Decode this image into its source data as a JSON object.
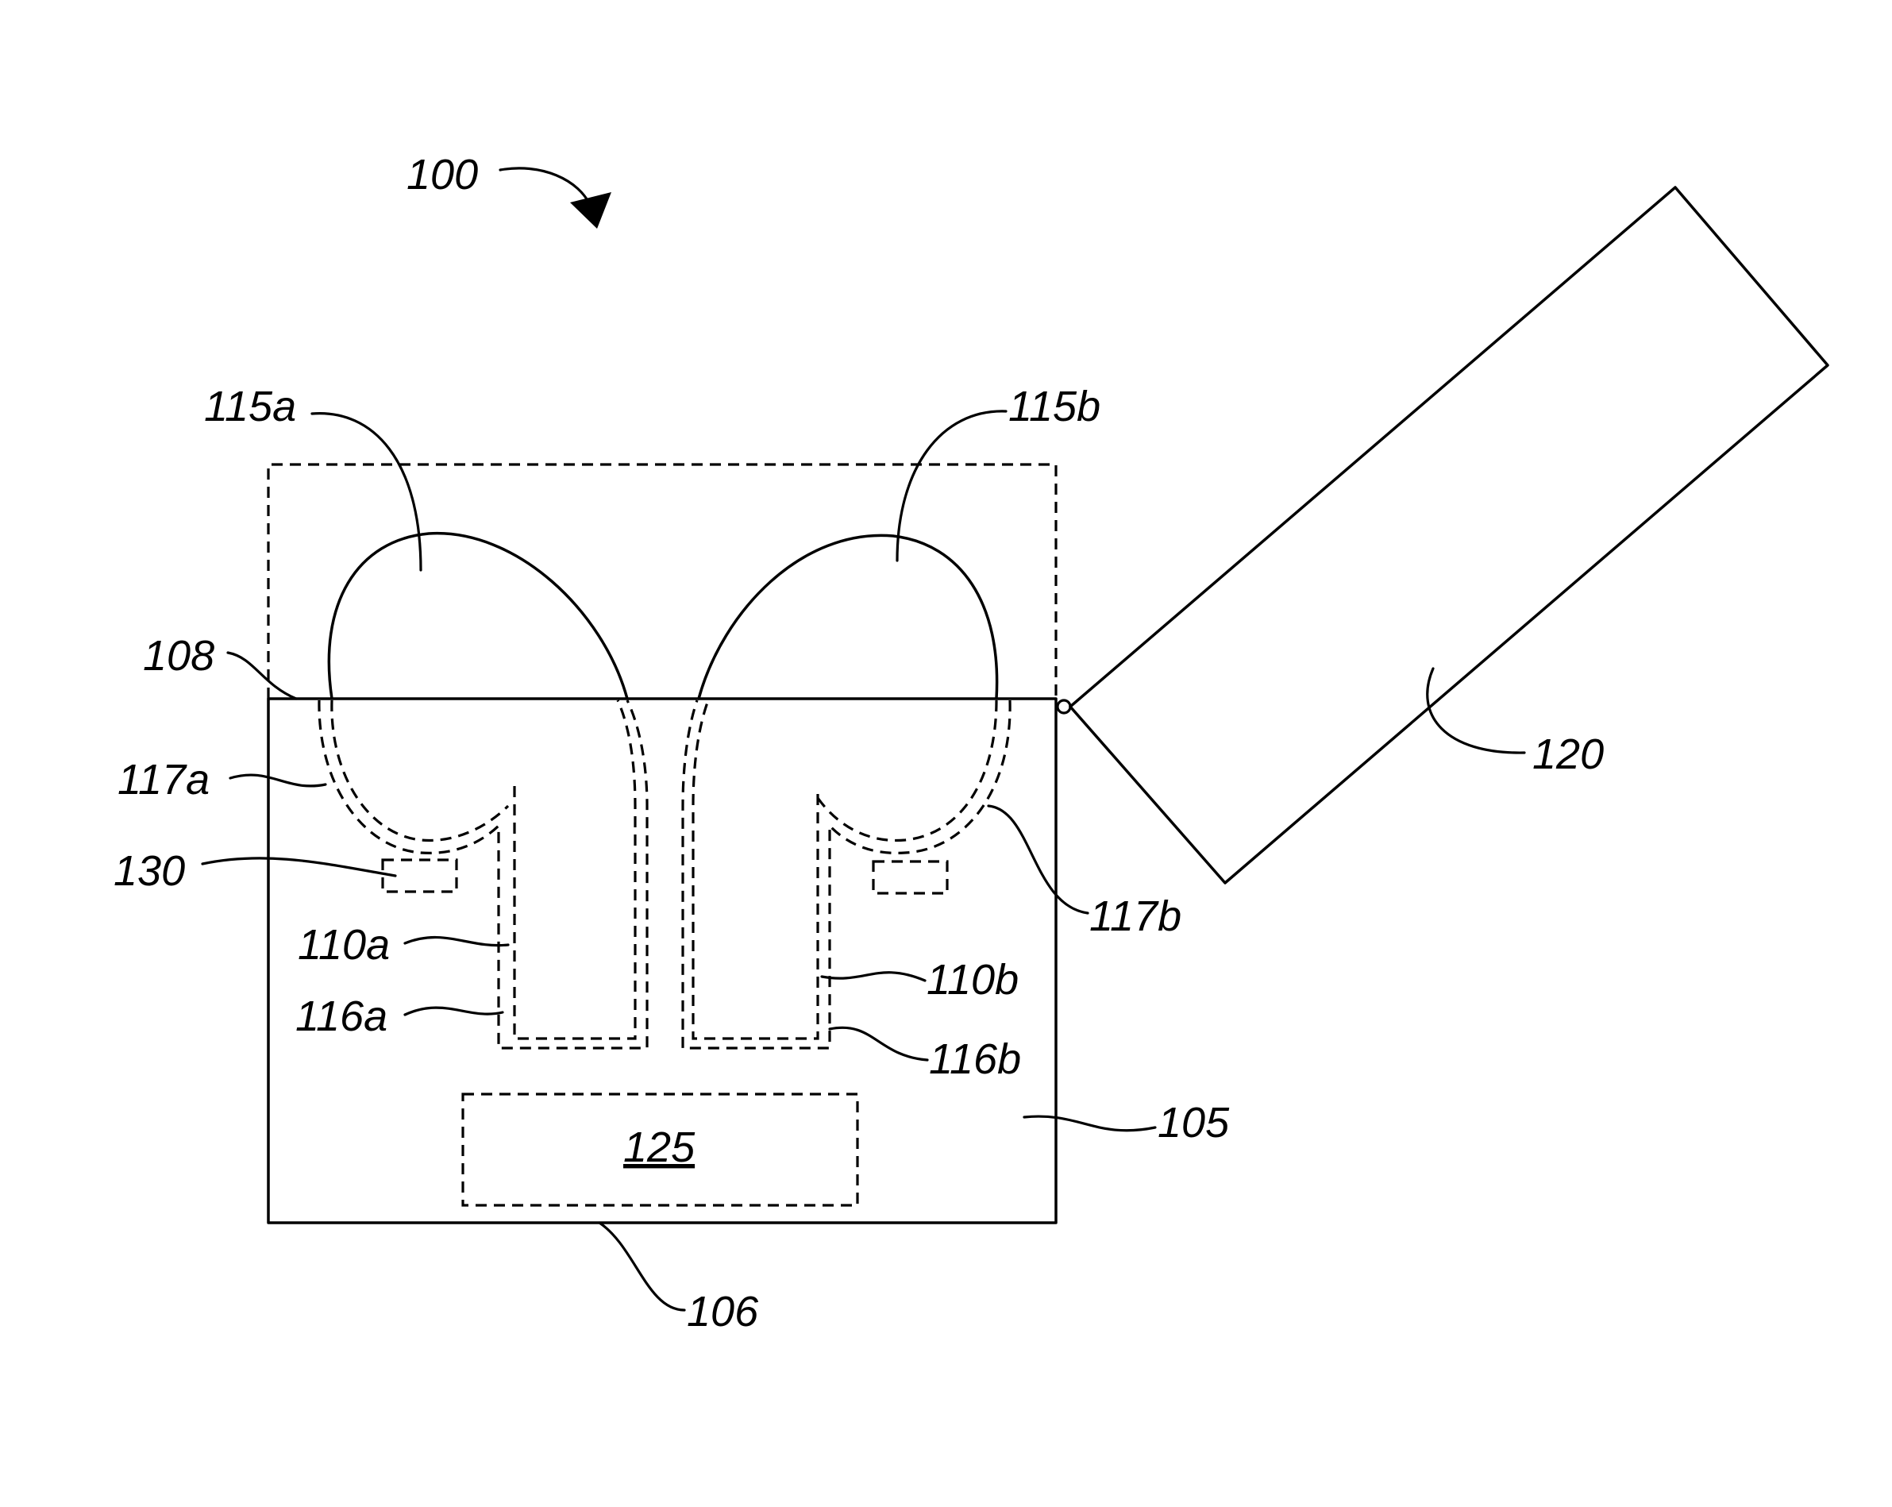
{
  "figure": {
    "labels": {
      "ref_100": "100",
      "ref_115a": "115a",
      "ref_115b": "115b",
      "ref_108": "108",
      "ref_117a": "117a",
      "ref_117b": "117b",
      "ref_130": "130",
      "ref_110a": "110a",
      "ref_110b": "110b",
      "ref_116a": "116a",
      "ref_116b": "116b",
      "ref_125": "125",
      "ref_105": "105",
      "ref_106": "106",
      "ref_120": "120"
    }
  }
}
